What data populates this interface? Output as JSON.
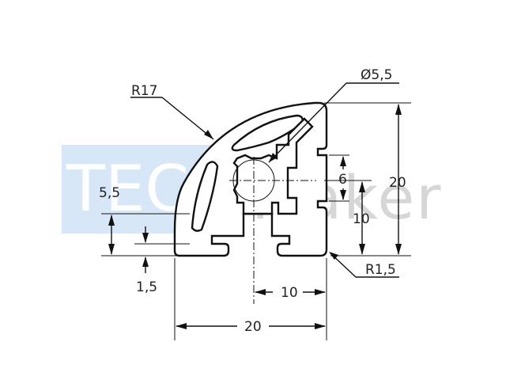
{
  "watermark": {
    "logo_text": "TEC",
    "brand_text": "Maker",
    "colors": {
      "logo_box": "#d8e7f7",
      "logo_letters": "#ffffff",
      "brand_letters": "#d6d6d6"
    }
  },
  "dimensions": {
    "radius_outer": "R17",
    "bore_diameter": "Ø5,5",
    "height_total": "20",
    "slot_width": "6",
    "slot_offset": "10",
    "corner_radius": "R1,5",
    "left_height": "5,5",
    "wall_thickness": "1,5",
    "bottom_offset": "10",
    "width_total": "20"
  }
}
